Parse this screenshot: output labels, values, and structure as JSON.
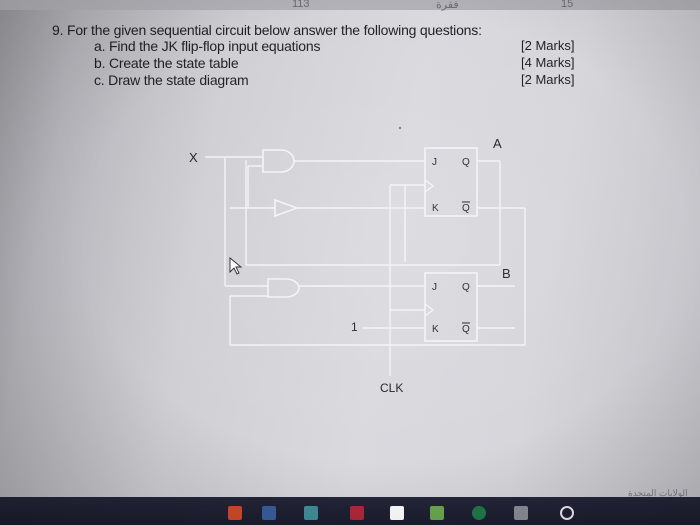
{
  "header": {
    "top_numbers": [
      "113",
      "فقرة",
      "15"
    ]
  },
  "question": {
    "title": "9. For the given sequential circuit below answer the following questions:",
    "items": [
      {
        "label": "a. Find the JK flip-flop input equations",
        "marks": "[2 Marks]"
      },
      {
        "label": "b. Create the state table",
        "marks": "[4 Marks]"
      },
      {
        "label": "c. Draw the state diagram",
        "marks": "[2 Marks]"
      }
    ]
  },
  "circuit": {
    "input_label": "X",
    "output_a": "A",
    "output_b": "B",
    "constant_label": "1",
    "clock_label": "CLK",
    "ff_a": {
      "j": "J",
      "k": "K",
      "q": "Q",
      "q_bar": "Q"
    },
    "ff_b": {
      "j": "J",
      "k": "K",
      "q": "Q",
      "q_bar": "Q"
    }
  },
  "footer": {
    "arabic_text": "الولايات المتحدة"
  },
  "colors": {
    "paper": "#d9d9de",
    "ink": "#1f1f24",
    "wire": "#f4f4f6",
    "taskbar": "#1b1d2e"
  }
}
